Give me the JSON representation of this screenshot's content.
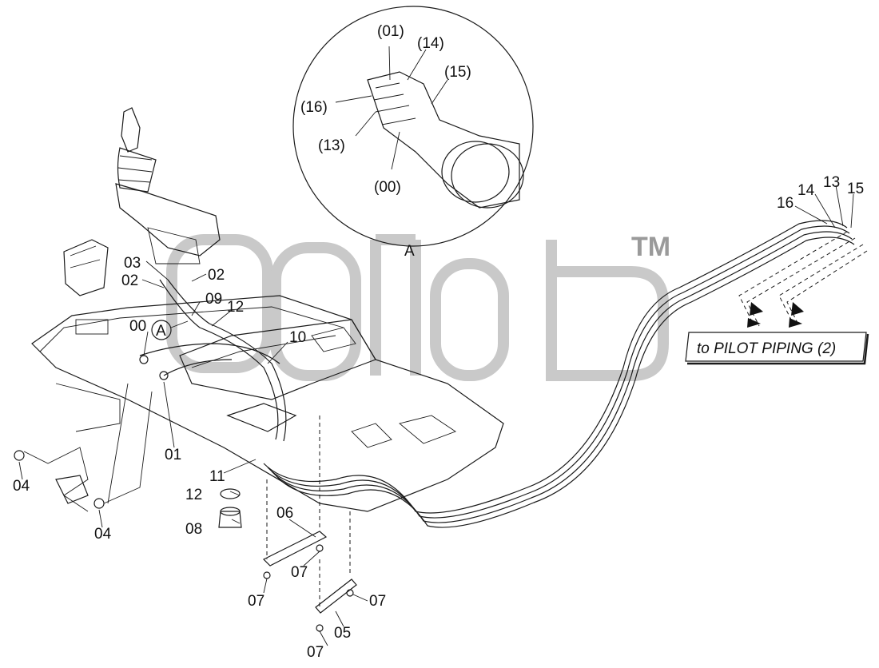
{
  "watermark": {
    "tm": "TM"
  },
  "detail_view": {
    "marker": "A",
    "labels": [
      "(01)",
      "(14)",
      "(15)",
      "(16)",
      "(13)",
      "(00)"
    ]
  },
  "callout_marker": "A",
  "part_labels": {
    "l03": "03",
    "l02a": "02",
    "l02b": "02",
    "l09": "09",
    "l12a": "12",
    "l00": "00",
    "l10": "10",
    "l01": "01",
    "l11": "11",
    "l12b": "12",
    "l08": "08",
    "l04a": "04",
    "l04b": "04",
    "l06": "06",
    "l07a": "07",
    "l07b": "07",
    "l07c": "07",
    "l07d": "07",
    "l05": "05",
    "l16": "16",
    "l14": "14",
    "l13": "13",
    "l15": "15"
  },
  "pilot_piping_box": {
    "text": "to PILOT PIPING (2)"
  },
  "colors": {
    "line": "#1a1a1a",
    "watermark": "#c9c9c9",
    "background": "#ffffff"
  }
}
